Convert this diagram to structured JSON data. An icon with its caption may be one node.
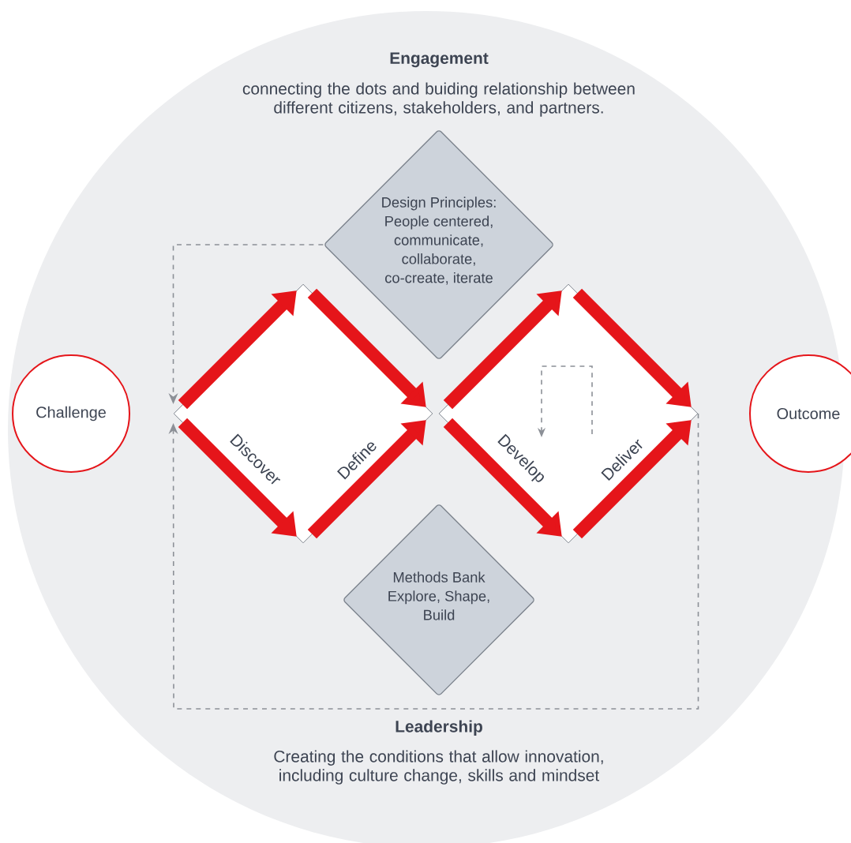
{
  "diagram": {
    "nodes": [
      {
        "text": [
          "Engagement",
          "connecting the dots and buiding relationship between different citizens, stakeholders, and partners.",
          "Leadership",
          "Creating the conditions that allow innovation, including culture change, skills and mindset"
        ]
      },
      {
        "text": [
          "Challenge"
        ],
        "in": 0
      },
      {
        "text": [
          "Outcome"
        ]
      },
      {
        "text": [
          "Design Principles: People centered, communicate, collaborate, co-create, iterate"
        ],
        "in": 0
      },
      {
        "text": [
          "Discover",
          "Define"
        ],
        "in": 0
      },
      {
        "text": [
          "Develop",
          "Deliver"
        ],
        "in": 0
      },
      {
        "text": [
          "Methods Bank Explore, Shape, Build"
        ],
        "in": 0
      }
    ],
    "edges": [
      {
        "from": 3,
        "to": 4,
        "arrow": "to",
        "style": "dashed"
      },
      {
        "from": 5,
        "to": 4,
        "arrow": "to",
        "style": "dashed"
      }
    ]
  }
}
